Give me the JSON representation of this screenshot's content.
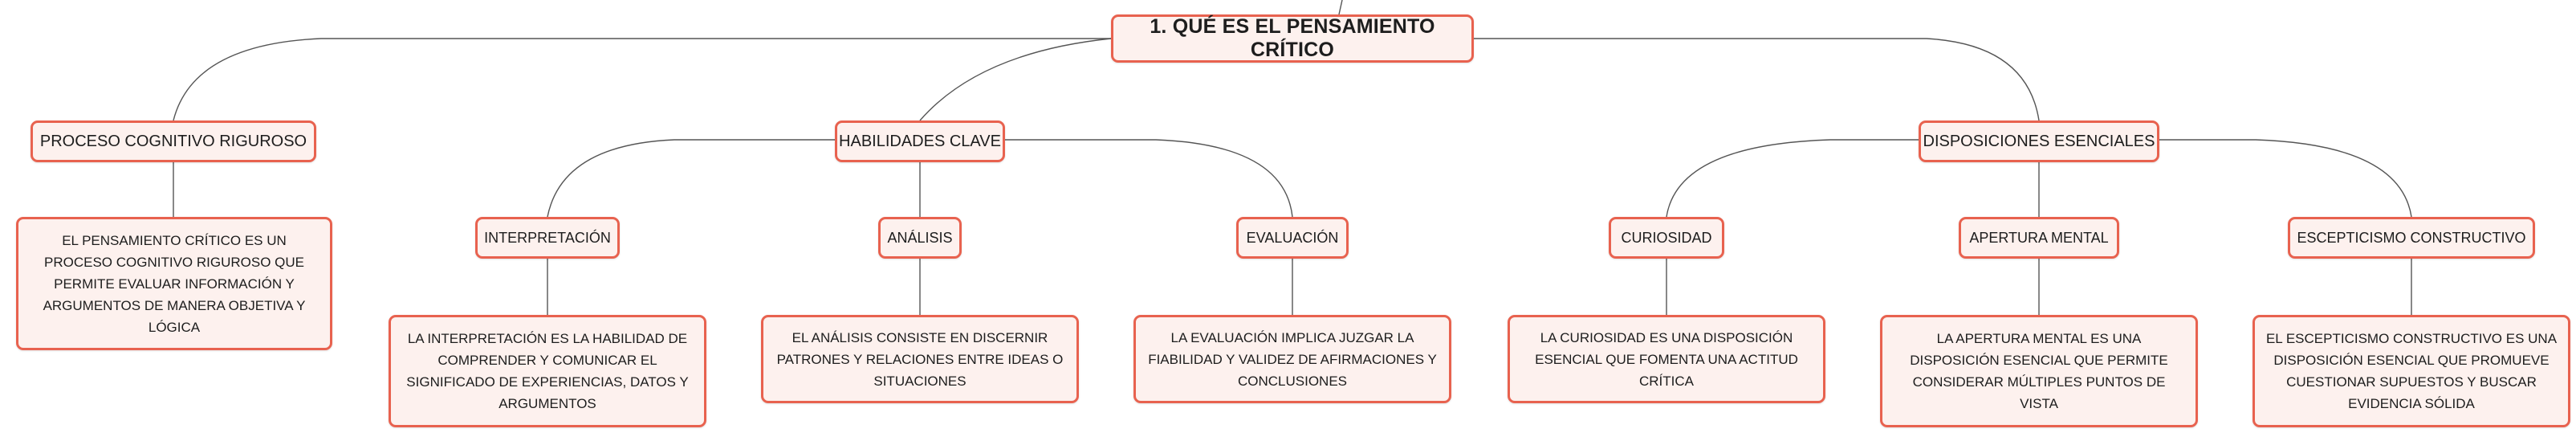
{
  "root": {
    "label": "1. QUÉ ES EL PENSAMIENTO CRÍTICO"
  },
  "proceso": {
    "label": "PROCESO COGNITIVO RIGUROSO",
    "desc": "EL PENSAMIENTO CRÍTICO ES UN PROCESO COGNITIVO RIGUROSO QUE PERMITE EVALUAR INFORMACIÓN Y ARGUMENTOS DE MANERA OBJETIVA Y LÓGICA"
  },
  "habilidades": {
    "label": "HABILIDADES CLAVE",
    "interpretacion": {
      "label": "INTERPRETACIÓN",
      "desc": "LA INTERPRETACIÓN ES LA HABILIDAD DE COMPRENDER Y COMUNICAR EL SIGNIFICADO DE EXPERIENCIAS, DATOS Y ARGUMENTOS"
    },
    "analisis": {
      "label": "ANÁLISIS",
      "desc": "EL ANÁLISIS CONSISTE EN DISCERNIR PATRONES Y RELACIONES ENTRE IDEAS O SITUACIONES"
    },
    "evaluacion": {
      "label": "EVALUACIÓN",
      "desc": "LA EVALUACIÓN IMPLICA JUZGAR LA FIABILIDAD Y VALIDEZ DE AFIRMACIONES Y CONCLUSIONES"
    }
  },
  "disposiciones": {
    "label": "DISPOSICIONES ESENCIALES",
    "curiosidad": {
      "label": "CURIOSIDAD",
      "desc": "LA CURIOSIDAD ES UNA DISPOSICIÓN ESENCIAL QUE FOMENTA UNA ACTITUD CRÍTICA"
    },
    "apertura": {
      "label": "APERTURA MENTAL",
      "desc": "LA APERTURA MENTAL ES UNA DISPOSICIÓN ESENCIAL QUE PERMITE CONSIDERAR MÚLTIPLES PUNTOS DE VISTA"
    },
    "escepticismo": {
      "label": "ESCEPTICISMO CONSTRUCTIVO",
      "desc": "EL ESCEPTICISMO CONSTRUCTIVO ES UNA DISPOSICIÓN ESENCIAL QUE PROMUEVE CUESTIONAR SUPUESTOS Y BUSCAR EVIDENCIA SÓLIDA"
    }
  },
  "colors": {
    "border": "#e8624f",
    "fill": "#fdf1ee",
    "line": "#555555"
  }
}
